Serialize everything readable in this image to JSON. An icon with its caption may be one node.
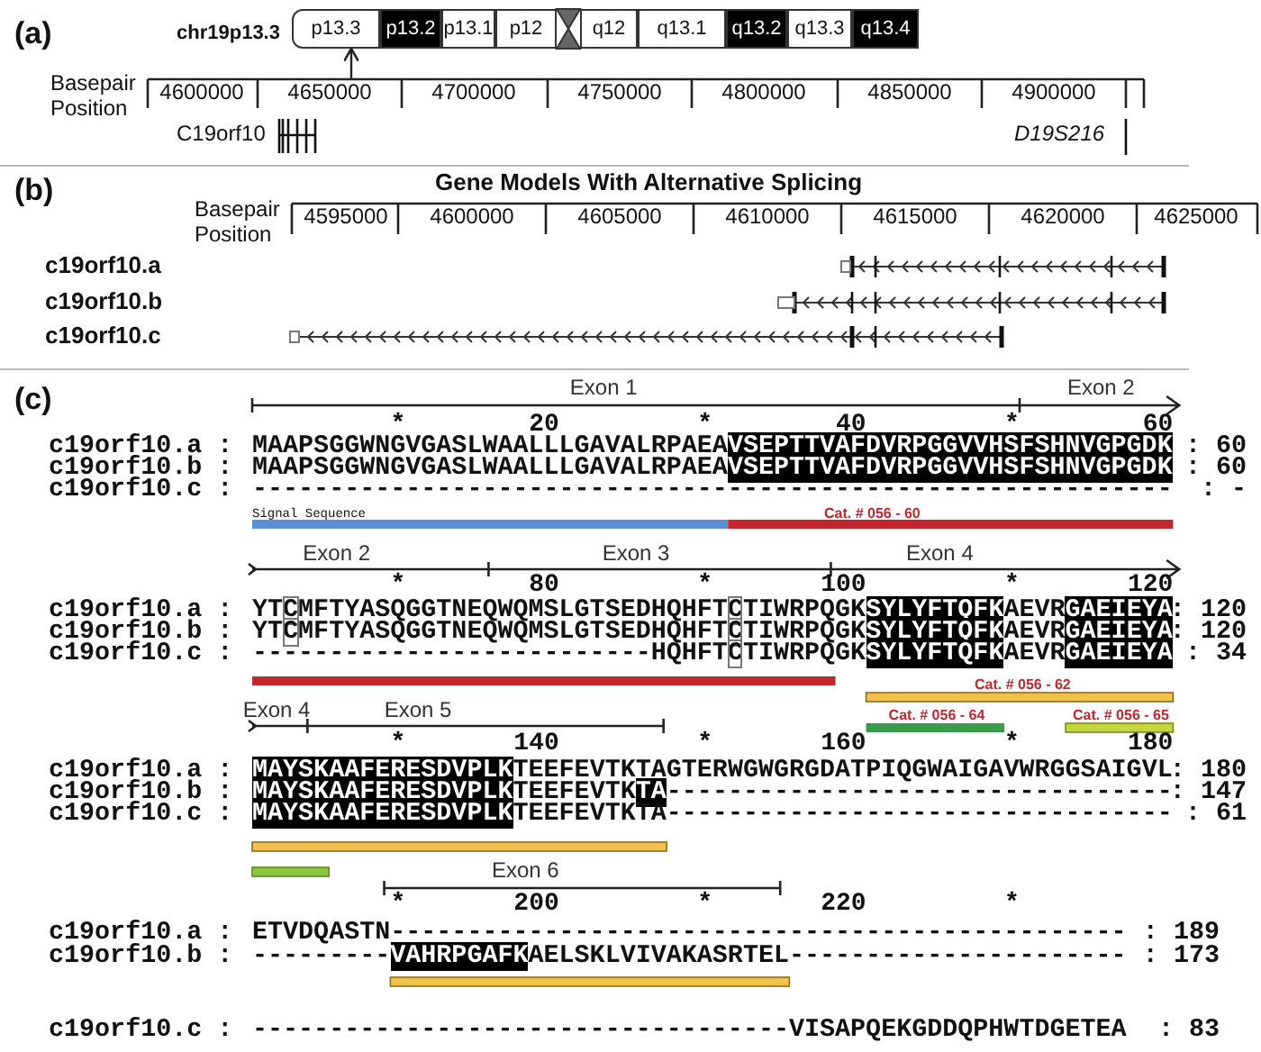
{
  "diagram": {
    "nodes": [
      {
        "text": [
          "p13.3"
        ]
      },
      {
        "text": [
          "p13.2"
        ]
      },
      {
        "text": [
          "p13.1"
        ]
      },
      {
        "text": [
          "p12"
        ]
      },
      {
        "text": [
          "q12"
        ]
      },
      {
        "text": [
          "q13.1"
        ]
      },
      {
        "text": [
          "q13.2"
        ]
      },
      {
        "text": [
          "q13.3"
        ]
      },
      {
        "text": [
          "q13.4"
        ]
      },
      {
        "text": [],
        "shape": "bar"
      }
    ],
    "edges": [
      {
        "from": 9,
        "to": 0,
        "arrow": "to"
      }
    ],
    "labels": [
      "(a)",
      "chr19p13.3",
      "Basepair Position",
      "4600000",
      "4650000",
      "4700000",
      "4750000",
      "4800000",
      "4850000",
      "4900000",
      "C19orf10",
      "D19S216",
      "(b)",
      "Gene Models With Alternative Splicing",
      "Basepair Position",
      "4595000",
      "4600000",
      "4605000",
      "4610000",
      "4615000",
      "4620000",
      "4625000",
      "c19orf10.a",
      "c19orf10.b",
      "c19orf10.c",
      "(c)",
      "Exon 1",
      "Exon 2",
      "*",
      "20",
      "*",
      "40",
      "*",
      "60",
      "c19orf10.a :",
      "MAAPSGGWNGVGASLWAALLLGAVALRPAEAVSEPTTVAFDVRPGGVVHSFSHNVGPGDK",
      ": 60",
      "c19orf10.b :",
      "MAAPSGGWNGVGASLWAALLLGAVALRPAEAVSEPTTVAFDVRPGGVVHSFSHNVGPGDK",
      ": 60",
      "c19orf10.c :",
      "------------------------------------------------------------",
      ": -",
      "Signal Sequence",
      "Cat. # 056 - 60",
      "Exon 2",
      "Exon 3",
      "Exon 4",
      "*",
      "80",
      "*",
      "100",
      "*",
      "120",
      "c19orf10.a :",
      "YTCMFTYASQGGTNEQWQMSLGTSEDHQHFTCTIWRPQGKSYLYFTQFKAEVRGAEIEYA",
      ": 120",
      "c19orf10.b :",
      "YTCMFTYASQGGTNEQWQMSLGTSEDHQHFTCTIWRPQGKSYLYFTQFKAEVRGAEIEYA",
      ": 120",
      "c19orf10.c :",
      "--------------------------HQHFTCTIWRPQGKSYLYFTQFKAEVRGAEIEYA",
      ": 34",
      "Cat. # 056 - 62",
      "Exon 4",
      "Exon 5",
      "Cat. # 056 - 64",
      "Cat. # 056 - 65",
      "*",
      "140",
      "*",
      "160",
      "*",
      "180",
      "c19orf10.a :",
      "MAYSKAAFERESDVPLKTEEFEVTKTAGTERWGWGRGDATPIQGWAIGAVWRGGSAIGVL",
      ": 180",
      "c19orf10.b :",
      "MAYSKAAFERESDVPLKTEEFEVTKTA---------------------------------",
      ": 147",
      "c19orf10.c :",
      "MAYSKAAFERESDVPLKTEEFEVTKTA---------------------------------",
      ": 61",
      "Exon 6",
      "*",
      "200",
      "*",
      "220",
      "*",
      "c19orf10.a :",
      "ETVDQASTN------------------------------------------------",
      ": 189",
      "c19orf10.b :",
      "---------VAHRPGAFKAELSKLVIVAKASRTEL----------------------",
      ": 173",
      "c19orf10.c :",
      "-----------------------------------VISAPQEKGDDQPHWTDGETEA",
      ": 83"
    ]
  }
}
